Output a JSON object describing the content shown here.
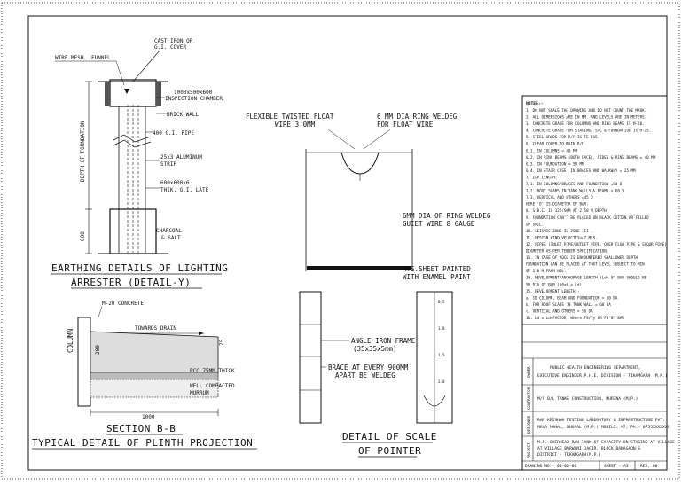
{
  "earthing": {
    "cast_iron_cover": "CAST IRON OR",
    "cast_iron_cover2": "G.I. COVER",
    "wire_mesh": "WIRE MESH",
    "funnel": "FUNNEL",
    "inspection_size": "1000x500x600",
    "inspection_chamber": "INSPECTION CHAMBER",
    "brick_wall": "BRICK WALL",
    "gi_pipe": "400 G.I. PIPE",
    "aluminum_strip1": "25x3 ALUMINUM",
    "aluminum_strip2": "STRIP",
    "plate1": "600x600x6",
    "plate2": "THIK. G.I. LATE",
    "charcoal1": "CHARCOAL",
    "charcoal2": "& SALT",
    "depth_label": "DEPTH OF FOUNDATION",
    "dim_600": "600",
    "title_line1": "EARTHING DETAILS OF LIGHTING",
    "title_line2": "ARRESTER (DETAIL-Y)"
  },
  "plinth": {
    "concrete": "M-20 CONCRETE",
    "drain": "TOWARDS DRAIN",
    "column": "COLUMN",
    "dim_200": "200",
    "dim_75": "75",
    "pcc": "PCC 75MM THICK",
    "murrum1": "WELL COMPACTED",
    "murrum2": "MURRUM",
    "dim_1000": "1000",
    "title_line1": "SECTION B-B",
    "title_line2": "TYPICAL DETAIL OF PLINTH PROJECTION"
  },
  "float": {
    "twisted1": "FLEXIBLE TWISTED FLOAT",
    "twisted2": "WIRE 3.0MM",
    "ring1": "6 MM DIA RING WELDEG",
    "ring2": "FOR FLOAT WIRE",
    "guide1": "6MM DIA OF RING WELDEG",
    "guide2": "GUIET WIRE 8  GAUGE",
    "ms_sheet1": "M.S.SHEET PAINTED",
    "ms_sheet2": "WITH ENAMEL PAINT"
  },
  "pointer": {
    "angle1": "ANGLE IRON FRAME",
    "angle2": "(35x35x5mm)",
    "brace1": "BRACE AT EVERY 900MM",
    "brace2": "APART BE WELDEG",
    "scale_marks": [
      "0.5",
      "1.0",
      "1.5",
      "2.0"
    ],
    "title_line1": "DETAIL OF SCALE",
    "title_line2": "OF POINTER"
  },
  "notes": {
    "heading": "NOTES:-",
    "items": [
      "1.   DO NOT SCALE THE DRAWING AND DO NOT COUNT THE MARK.",
      "2.   ALL DIMENSIONS ARE IN MM. AND LEVELS ARE IN METERS.",
      "3.   CONCRETE GRADE FOR COLUMNS AND RING BEAMS IS M-20.",
      "4.   CONCRETE GRADE FOR STAGING, S/C & FOUNDATION IS M-25.",
      "5.   STEEL GRADE FOR R/F IS FE-415.",
      "6.   CLEAR COVER TO MAIN R/F",
      "6.1.  IN COLUMNS  = 40 MM",
      "6.2.  IN RING BEAMS (BOTH FACE), SIDES & RING BEAMS  = 40 MM",
      "6.3.  IN FOUNDATION  = 50 MM",
      "6.4.  IN STAIR CASE, IN BRACES AND WALKWAY = 25 MM",
      "7.   LAP LENGTH:",
      "7.1.  IN COLUMNS/BRACES AND FOUNDATION =50 D",
      "7.2.  ROOF SLABS IN TANK WALLS & BEAMS  = 60 D",
      "7.3.  VERTICAL AND OTHERS =45 D",
      "        HERE 'D' IS DIAMETER OF BAR.",
      "8.   S.B.C. IS 12T/SQM AT 2.50 M DEPTH",
      "9.   FOUNDATION CAN'T BE PLACED ON BLACK COTTON OR FILLED",
      "      UP SOIL.",
      "10.  SEISMIC ZONE IS ZONE III .",
      "11.  DESIGN WIND VELOCITY=47 M/S.",
      "12.  PIPES (INLET PIPE/OUTLET PIPE, OVER FLOW PIPE & SCOUR PIPE)",
      "      DIAMETER AS PER TENDER SPECIFICATION.",
      "13.  IN CASE OF ROCK IS ENCOUNTERED SHALLOWER DEPTH",
      "      FOUNDATION CAN BE PLACED AT THAT LEVEL SUBJECT TO MIN",
      "      OF 1.0 M FROM NGL.",
      "14.  DEVELOPMENT/ANCHORAGE LENGTH (Ld) OF BAR SHOULD BE",
      "      50 DIA OF BAR (50xd = Ld)",
      "15.  DEVELOPMENT LENGTH:-",
      "a.   IN COLUMN, BEAM AND FOUNDATION = 50 DA",
      "b.   FOR ROOF SLABS IN TANK WALL  = 60 DA",
      "c.   VERTICAL AND OTHERS = 50 DA",
      "16.  Ld = Ld×FACTOR, Where FS/Fy OR FS OF BAR"
    ]
  },
  "titleblock": {
    "owner_tag": "OWNER",
    "owner1": "PUBLIC HEALTH ENGINEERING DEPARTMENT,",
    "owner2": "EXECUTIVE ENGINEER P.H.E. DIVISION - TIKAMGARH (M.P.)",
    "contractor_tag": "CONTRACTOR",
    "contractor": "M/S B/L TANKS CONSTRUCTION, MURENA (M/P.)",
    "designer_tag": "DESIGNER",
    "designer1": "RAM KRISHNA TESTING LABORATORY & INFRASTRUCTURE PVT.",
    "designer2": "MAYA MAHAL, BHOPAL (M.P.) MOBILE: 97, Ph.- 0755XXXXXXX",
    "project_tag": "PROJECT",
    "project1": "M.P.    OVERHEAD RAW TANK OF CAPACITY ON STAGING AT VILLAGE",
    "project2": "AT VILLAGE BARWANI JAGIR, BLOCK BADAGAON-S",
    "project3": "DISTRICT - TIKAMGARH(M.P.)",
    "drawing_no": "DRAWING NO.- 00-00-00",
    "sheet": "SHEET - A3",
    "rev": "REV. 00"
  }
}
